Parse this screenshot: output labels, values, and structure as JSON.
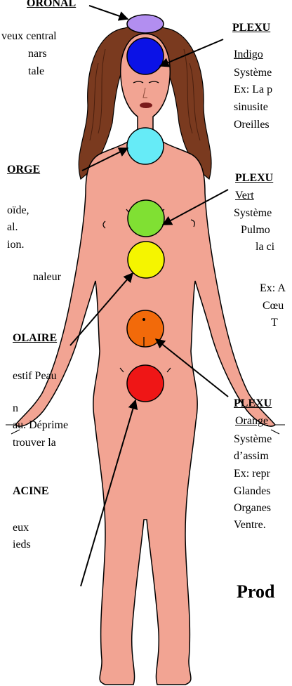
{
  "left_column": {
    "crown_title": "ORONAL",
    "crown_lines": [
      "veux central",
      "nars",
      "tale"
    ],
    "throat_title": "ORGE",
    "throat_lines": [
      "oïde,",
      "al.",
      "ion."
    ],
    "throat_extra": "naleur",
    "solar_title": "OLAIRE",
    "solar_lines": [
      "estif Peau",
      "n",
      "au. Déprime",
      "trouver la"
    ],
    "root_title": "ACINE",
    "root_lines": [
      "eux",
      "ieds"
    ]
  },
  "right_column": {
    "third_eye_title": "PLEXU",
    "third_eye_color": "Indigo",
    "third_eye_lines": [
      "Système",
      "Ex: La p",
      "sinusite",
      "Oreilles"
    ],
    "heart_title": "PLEXU",
    "heart_color": "Vert",
    "heart_lines": [
      "Système",
      "Pulmo",
      "la ci"
    ],
    "heart_lines2": [
      "Ex: A",
      "Cœu",
      "T"
    ],
    "sacral_title": "PLEXU",
    "sacral_color": "Orange",
    "sacral_lines": [
      "Système",
      "d’assim",
      "Ex: repr",
      "Glandes",
      "Organes",
      "Ventre."
    ]
  },
  "bottom_title": "Prod",
  "chakra_colors": {
    "crown": "#b28ef0",
    "third_eye": "#0b12e6",
    "throat": "#66ebf7",
    "heart": "#80e033",
    "solar": "#f5f500",
    "sacral": "#f26a0a",
    "root": "#ef1616"
  },
  "body_color": "#f2a493"
}
